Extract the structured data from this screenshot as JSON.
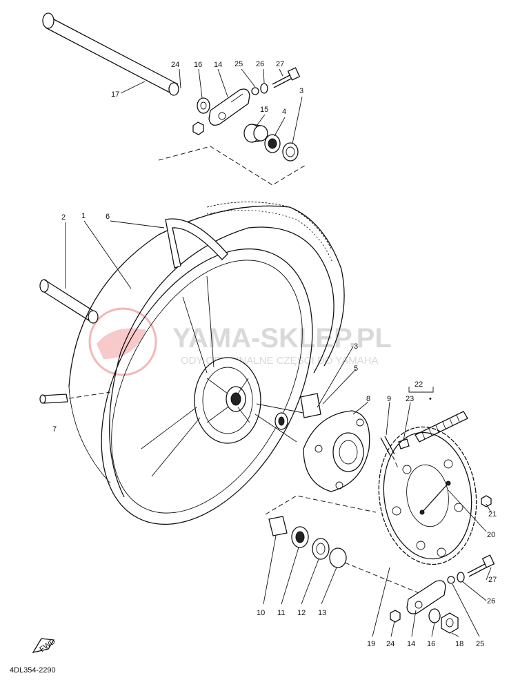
{
  "diagram": {
    "code": "4DL354-2290",
    "front_marker": "FWD"
  },
  "watermark": {
    "brand": "YAMA-SKLEP.PL",
    "subtitle": "ODY ORYGINALNE CZĘŚCI DO YAMAHA"
  },
  "callouts": [
    "1",
    "2",
    "3",
    "4",
    "5",
    "6",
    "7",
    "8",
    "9",
    "10",
    "11",
    "12",
    "13",
    "14",
    "15",
    "16",
    "17",
    "18",
    "19",
    "20",
    "21",
    "22",
    "23",
    "24",
    "25",
    "26",
    "27"
  ],
  "colors": {
    "line": "#111111",
    "watermark": "#d9d9d9",
    "watermark_logo": "#f4b6b6"
  }
}
